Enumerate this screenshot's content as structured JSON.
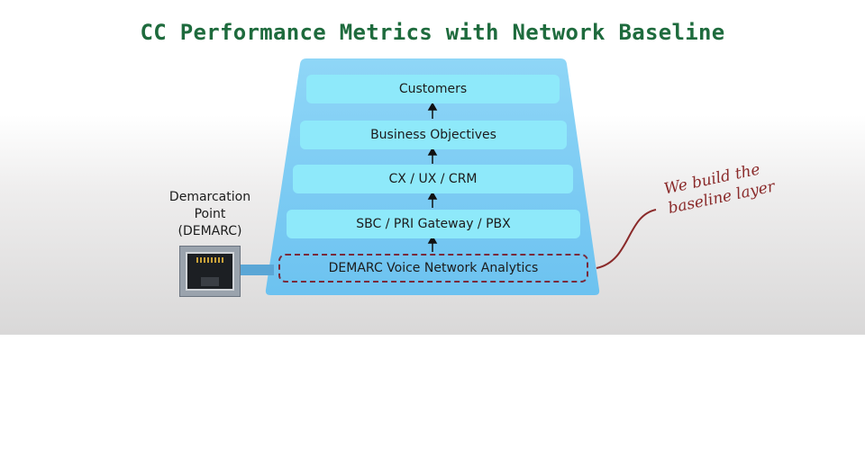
{
  "title": "CC Performance Metrics with Network Baseline",
  "stack": {
    "layers": [
      "Customers",
      "Business Objectives",
      "CX / UX / CRM",
      "SBC / PRI Gateway / PBX"
    ],
    "baseline_layer": "DEMARC Voice Network Analytics"
  },
  "demarc": {
    "line1": "Demarcation",
    "line2": "Point",
    "line3": "(DEMARC)"
  },
  "annotation": {
    "line1": "We build the",
    "line2": "baseline layer"
  },
  "colors": {
    "title": "#1e6b3d",
    "stack_bg": "#7dcdf5",
    "layer_bg": "#8ee9fa",
    "highlight": "#7a2a3a",
    "annotation": "#8a2a2a",
    "connector": "#5aa6d6"
  },
  "icons": {
    "demarc_port": "ethernet-port-icon",
    "layer_arrows": "arrow-up-icon"
  }
}
